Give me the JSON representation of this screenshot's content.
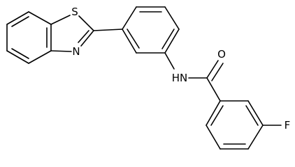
{
  "molecule": {
    "atoms": {
      "S": "S",
      "N_thiazole": "N",
      "NH": "HN",
      "O": "O",
      "F": "F"
    }
  }
}
